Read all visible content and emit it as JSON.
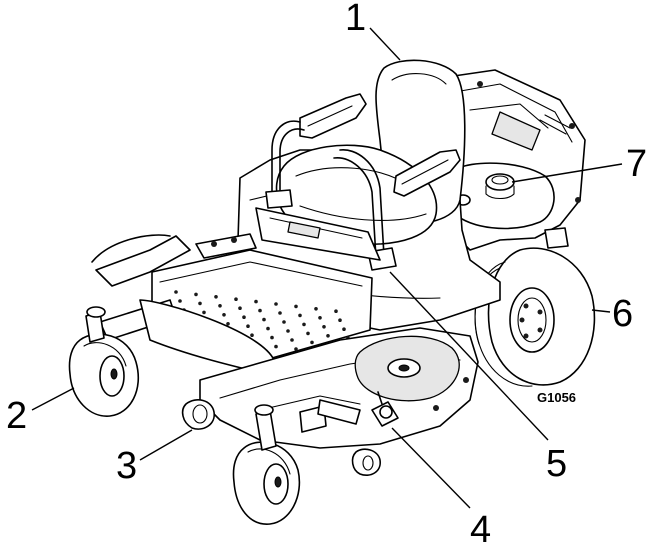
{
  "figure_code": "G1056",
  "callouts": [
    {
      "id": "1",
      "label": "1"
    },
    {
      "id": "2",
      "label": "2"
    },
    {
      "id": "3",
      "label": "3"
    },
    {
      "id": "4",
      "label": "4"
    },
    {
      "id": "5",
      "label": "5"
    },
    {
      "id": "6",
      "label": "6"
    },
    {
      "id": "7",
      "label": "7"
    }
  ]
}
